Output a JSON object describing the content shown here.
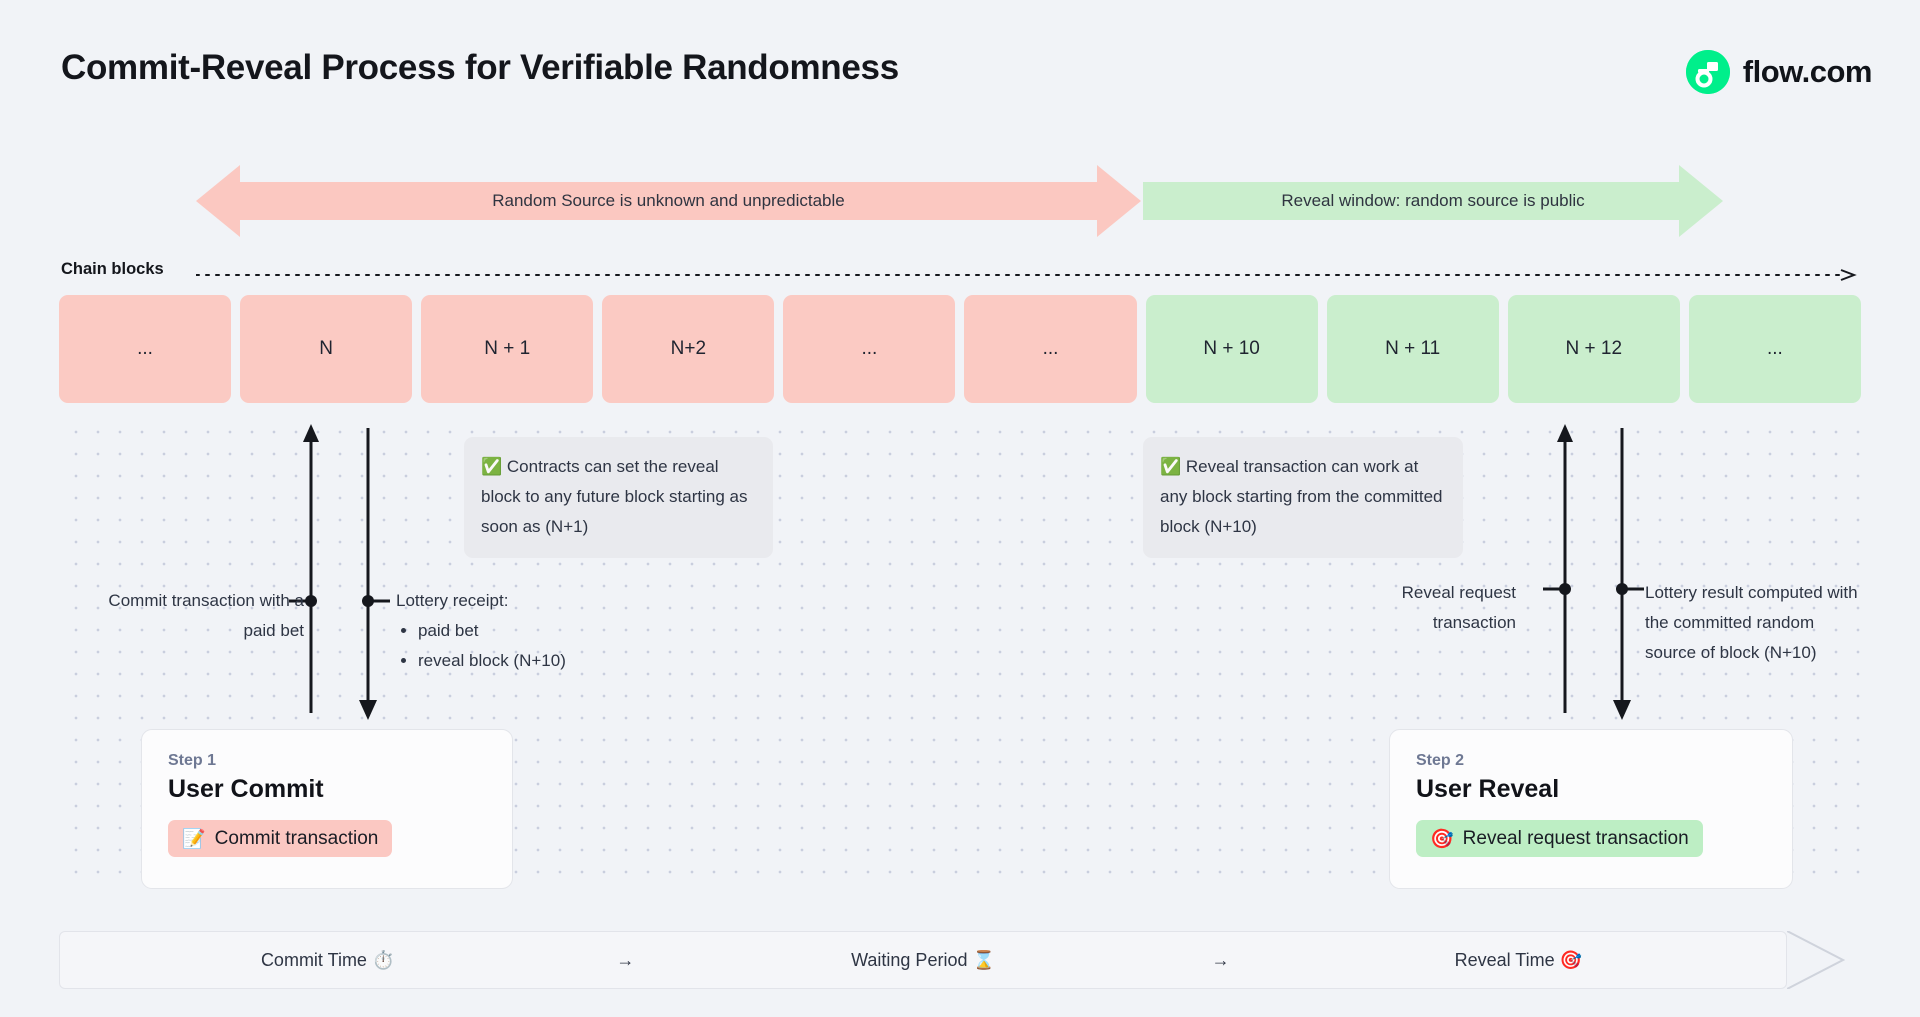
{
  "header": {
    "title": "Commit-Reveal Process for Verifiable Randomness",
    "brand_name": "flow.com",
    "brand_color": "#00ef8b"
  },
  "phases": {
    "unknown": {
      "label": "Random Source is unknown and unpredictable",
      "color": "#fbc8c1"
    },
    "reveal": {
      "label": "Reveal window: random source is public",
      "color": "#caeecd"
    }
  },
  "chain": {
    "label": "Chain blocks",
    "blocks": [
      {
        "label": "...",
        "state": "pink"
      },
      {
        "label": "N",
        "state": "pink"
      },
      {
        "label": "N + 1",
        "state": "pink"
      },
      {
        "label": "N+2",
        "state": "pink"
      },
      {
        "label": "...",
        "state": "pink"
      },
      {
        "label": "...",
        "state": "pink"
      },
      {
        "label": "N + 10",
        "state": "green"
      },
      {
        "label": "N + 11",
        "state": "green"
      },
      {
        "label": "N + 12",
        "state": "green"
      },
      {
        "label": "...",
        "state": "green"
      }
    ]
  },
  "callouts": {
    "commit_note": {
      "icon": "white-check-mark",
      "icon_glyph": "✅",
      "text": "Contracts can set the reveal block to any future block starting as soon as (N+1)"
    },
    "reveal_note": {
      "icon": "white-check-mark",
      "icon_glyph": "✅",
      "text": "Reveal transaction can work at any block starting from the committed block (N+10)"
    }
  },
  "annotations": {
    "commit_tx": "Commit transaction with a paid bet",
    "receipt_title": "Lottery receipt:",
    "receipt_items": [
      "paid bet",
      "reveal block (N+10)"
    ],
    "reveal_request": "Reveal request transaction",
    "lottery_result": "Lottery result computed with the committed random source of block (N+10)"
  },
  "steps": [
    {
      "step_label": "Step 1",
      "title": "User Commit",
      "pill_icon": "memo",
      "pill_icon_glyph": "📝",
      "pill_label": "Commit transaction",
      "pill_color": "#fbc8c2"
    },
    {
      "step_label": "Step 2",
      "title": "User Reveal",
      "pill_icon": "direct-hit",
      "pill_icon_glyph": "🎯",
      "pill_label": "Reveal request transaction",
      "pill_color": "#bdeec4"
    }
  ],
  "timeline": {
    "cells": [
      {
        "label": "Commit Time",
        "icon_glyph": "⏱️",
        "icon": "stopwatch-icon"
      },
      {
        "label": "Waiting Period",
        "icon_glyph": "⌛",
        "icon": "hourglass-icon"
      },
      {
        "label": "Reveal Time",
        "icon_glyph": "🎯",
        "icon": "direct-hit-icon"
      }
    ],
    "arrow": "→"
  }
}
